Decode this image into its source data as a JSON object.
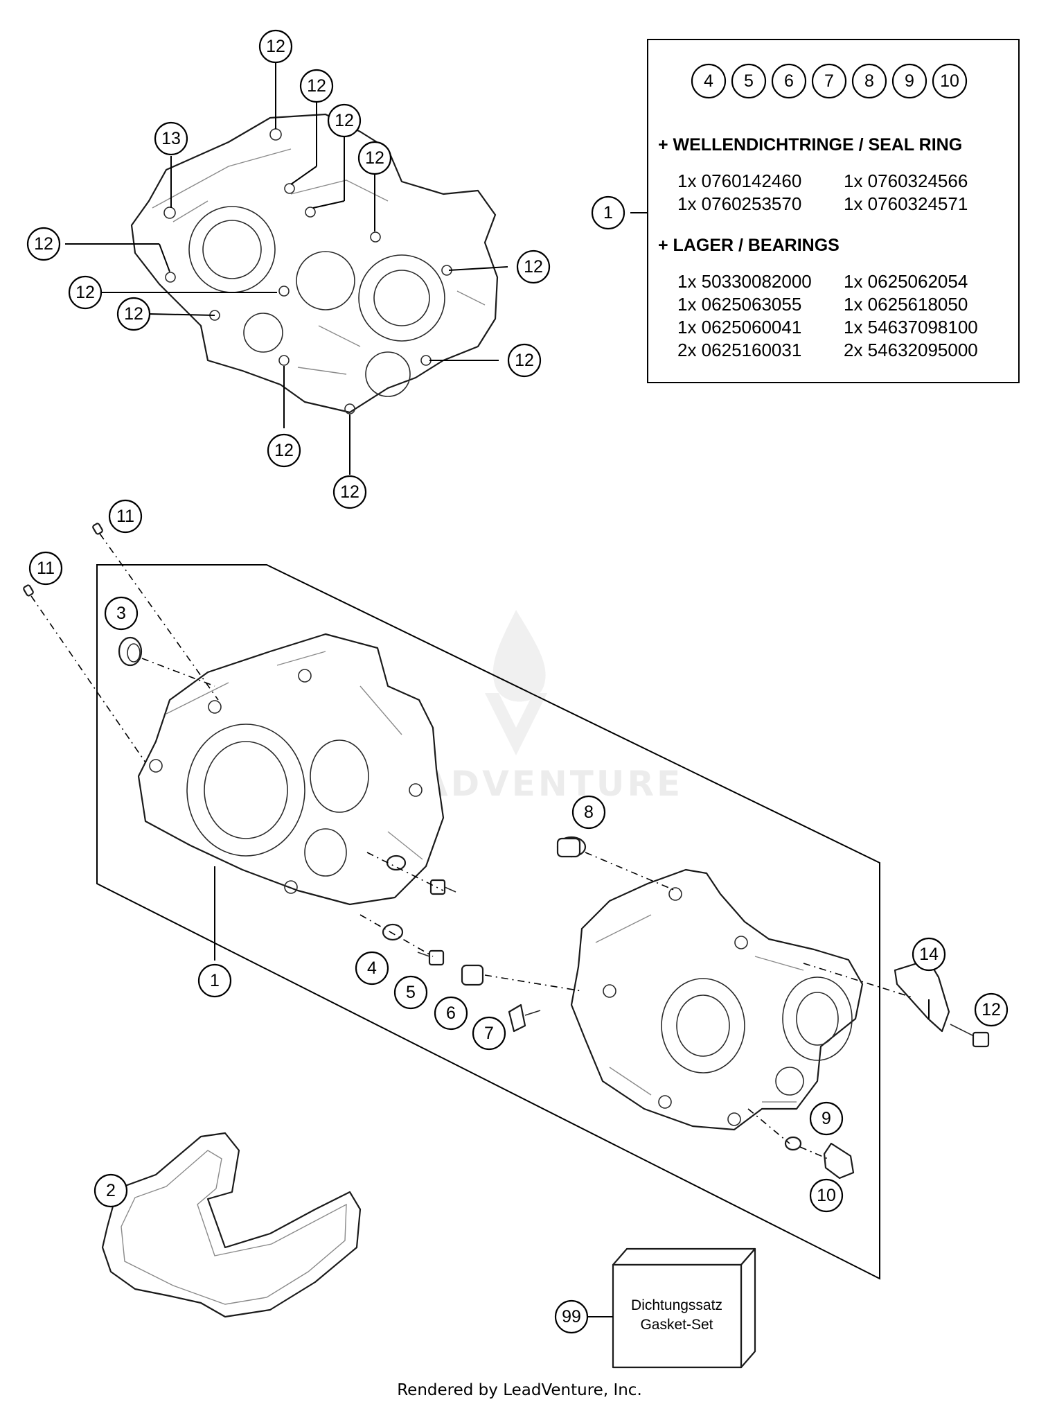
{
  "box": {
    "kit_numbers": [
      "4",
      "5",
      "6",
      "7",
      "8",
      "9",
      "10"
    ],
    "ref_label": "1",
    "seal_header": "+ WELLENDICHTRINGE / SEAL RING",
    "seal_rows": [
      [
        "1x 0760142460",
        "1x 0760324566"
      ],
      [
        "1x 0760253570",
        "1x 0760324571"
      ]
    ],
    "bearing_header": "+ LAGER / BEARINGS",
    "bearing_rows": [
      [
        "1x 50330082000",
        "1x 0625062054"
      ],
      [
        "1x 0625063055",
        "1x 0625618050"
      ],
      [
        "1x 0625060041",
        "1x 54637098100"
      ],
      [
        "2x 0625160031",
        "2x 54632095000"
      ]
    ]
  },
  "callouts": {
    "top_13": "13",
    "top_12a": "12",
    "top_12b": "12",
    "top_12c": "12",
    "top_12d": "12",
    "top_12e": "12",
    "top_12f": "12",
    "top_12g": "12",
    "top_12h": "12",
    "top_12i": "12",
    "top_12j": "12",
    "top_12k": "12",
    "c11a": "11",
    "c11b": "11",
    "c3": "3",
    "c1": "1",
    "c2": "2",
    "c4": "4",
    "c5": "5",
    "c6": "6",
    "c7": "7",
    "c8": "8",
    "c9": "9",
    "c10": "10",
    "c14": "14",
    "c12": "12",
    "c99": "99"
  },
  "kit": {
    "line1": "Dichtungssatz",
    "line2": "Gasket-Set"
  },
  "footer": "Rendered by LeadVenture, Inc.",
  "watermark": "LEADVENTURE"
}
